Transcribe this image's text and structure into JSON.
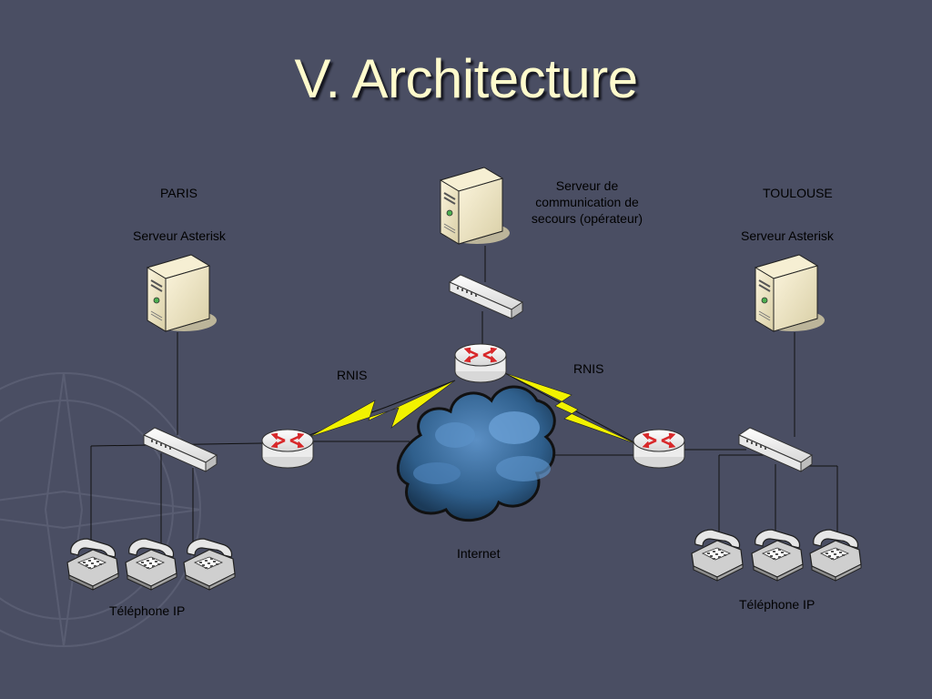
{
  "slide": {
    "title": "V. Architecture"
  },
  "sites": {
    "paris": {
      "city": "PARIS",
      "server_label": "Serveur Asterisk",
      "phones_label": "Téléphone IP"
    },
    "toulouse": {
      "city": "TOULOUSE",
      "server_label": "Serveur Asterisk",
      "phones_label": "Téléphone IP"
    }
  },
  "backup": {
    "label_line1": "Serveur de",
    "label_line2": "communication de",
    "label_line3": "secours   (opérateur)"
  },
  "links": {
    "left_isdn": "RNIS",
    "right_isdn": "RNIS"
  },
  "cloud": {
    "label": "Internet"
  },
  "colors": {
    "background": "#4a4e63",
    "title": "#fffbcc",
    "lightning": "#f2f200",
    "cloud": "#3a6f9e",
    "router_arrows": "#d8282a"
  },
  "icons": [
    "server-icon",
    "switch-icon",
    "router-icon",
    "cloud-icon",
    "phone-icon",
    "lightning-icon",
    "compass-watermark-icon"
  ]
}
